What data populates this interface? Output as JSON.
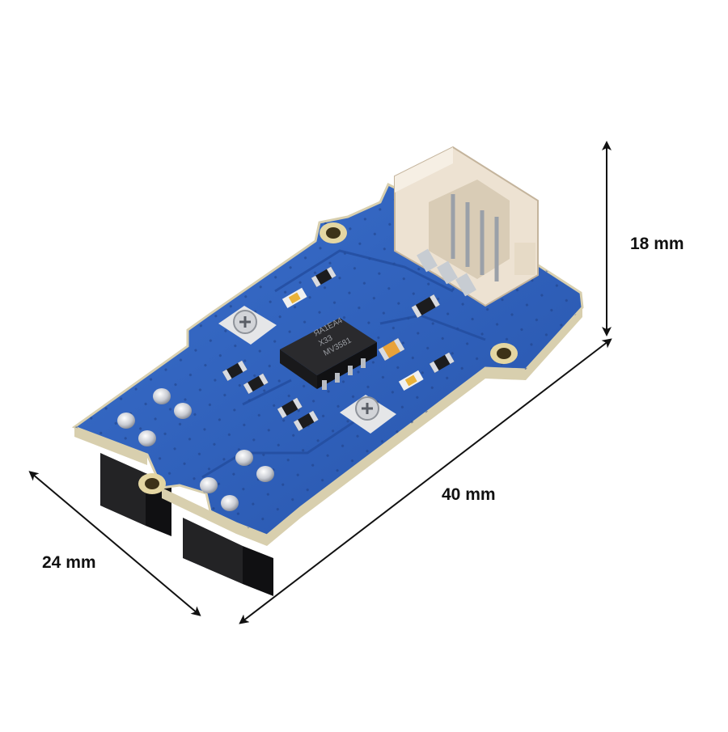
{
  "dimensions": {
    "height": "18 mm",
    "length": "40 mm",
    "width": "24 mm"
  },
  "chip_marking": {
    "line1": "MV3581",
    "line2": "X33",
    "line3": "ЯА1ΕА4"
  },
  "colors": {
    "pcb_blue": "#2f5fb8",
    "pcb_edge": "#d8cfae",
    "connector_white": "#ede2d2",
    "chip_black": "#1b1b1d",
    "ink": "#111111"
  }
}
